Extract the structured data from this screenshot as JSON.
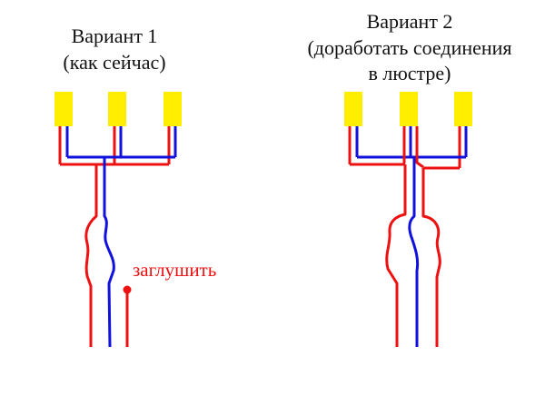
{
  "variant1": {
    "title_line1": "Вариант 1",
    "title_line2": "(как сейчас)",
    "note": "заглушить"
  },
  "variant2": {
    "title_line1": "Вариант 2",
    "title_line2": "(доработать соединения",
    "title_line3": "в люстре)"
  },
  "colors": {
    "phase_wire": "#ee1111",
    "neutral_wire": "#1111dd",
    "lamp": "#ffee00",
    "text": "#111111",
    "note_text": "#ee1111",
    "background": "#ffffff"
  }
}
